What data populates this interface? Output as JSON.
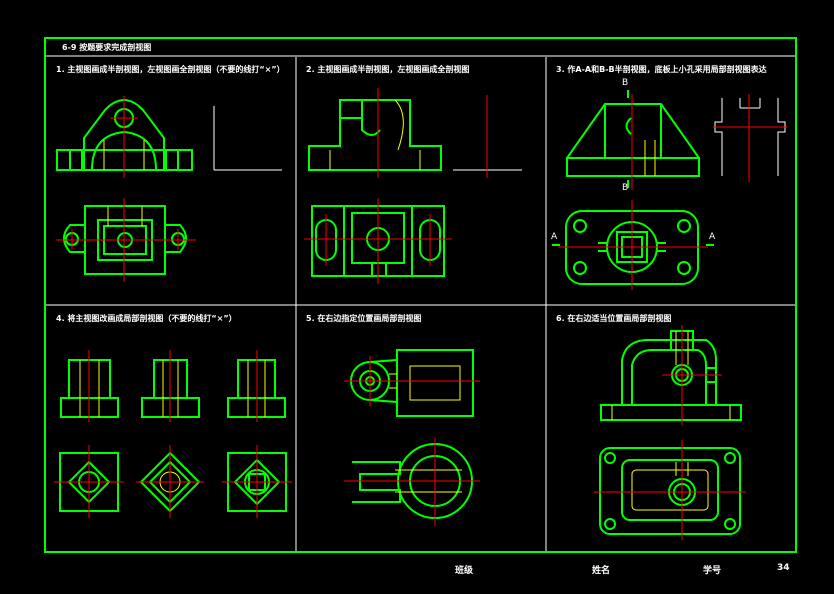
{
  "sheet": {
    "title": "6-9 按题要求完成剖视图",
    "page_number": "34"
  },
  "problems": [
    {
      "label": "1. 主视图画成半剖视图，左视图画全剖视图（不要的线打“×”）"
    },
    {
      "label": "2. 主视图画成半剖视图，左视图画成全剖视图"
    },
    {
      "label": "3. 作A-A和B-B半剖视图，底板上小孔采用局部剖视图表达"
    },
    {
      "label": "4. 将主视图改画成局部剖视图（不要的线打“×”）"
    },
    {
      "label": "5. 在右边指定位置画局部剖视图"
    },
    {
      "label": "6. 在右边适当位置画局部剖视图"
    }
  ],
  "markers": {
    "section_a_left": "A",
    "section_a_right": "A",
    "section_b_top": "B",
    "section_b_bottom": "B"
  },
  "footer": {
    "class_label": "班级",
    "name_label": "姓名",
    "id_label": "学号"
  },
  "colors": {
    "background": "#000000",
    "outline": "#00ff00",
    "centerline": "#ff0000",
    "hidden": "#ffff00",
    "text": "#ffffff"
  }
}
